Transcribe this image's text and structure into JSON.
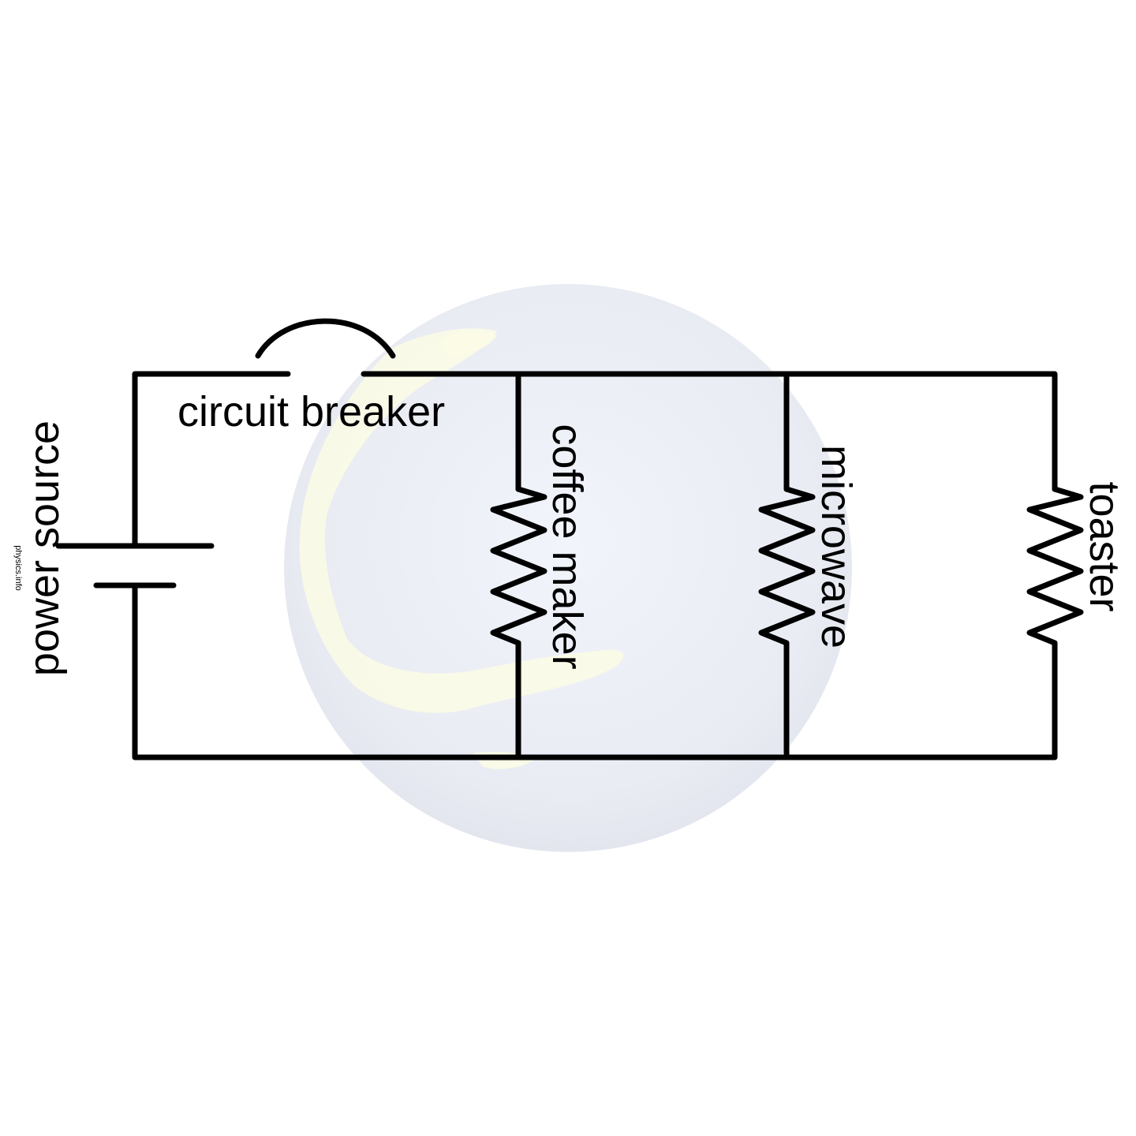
{
  "labels": {
    "power_source": "power source",
    "circuit_breaker": "circuit breaker",
    "coffee_maker": "coffee maker",
    "microwave": "microwave",
    "toaster": "toaster"
  },
  "watermark": {
    "text": "physics.info"
  },
  "colors": {
    "wire": "#000000",
    "globe": "#e8ecf4",
    "globe_land": "#fbfbe4"
  }
}
